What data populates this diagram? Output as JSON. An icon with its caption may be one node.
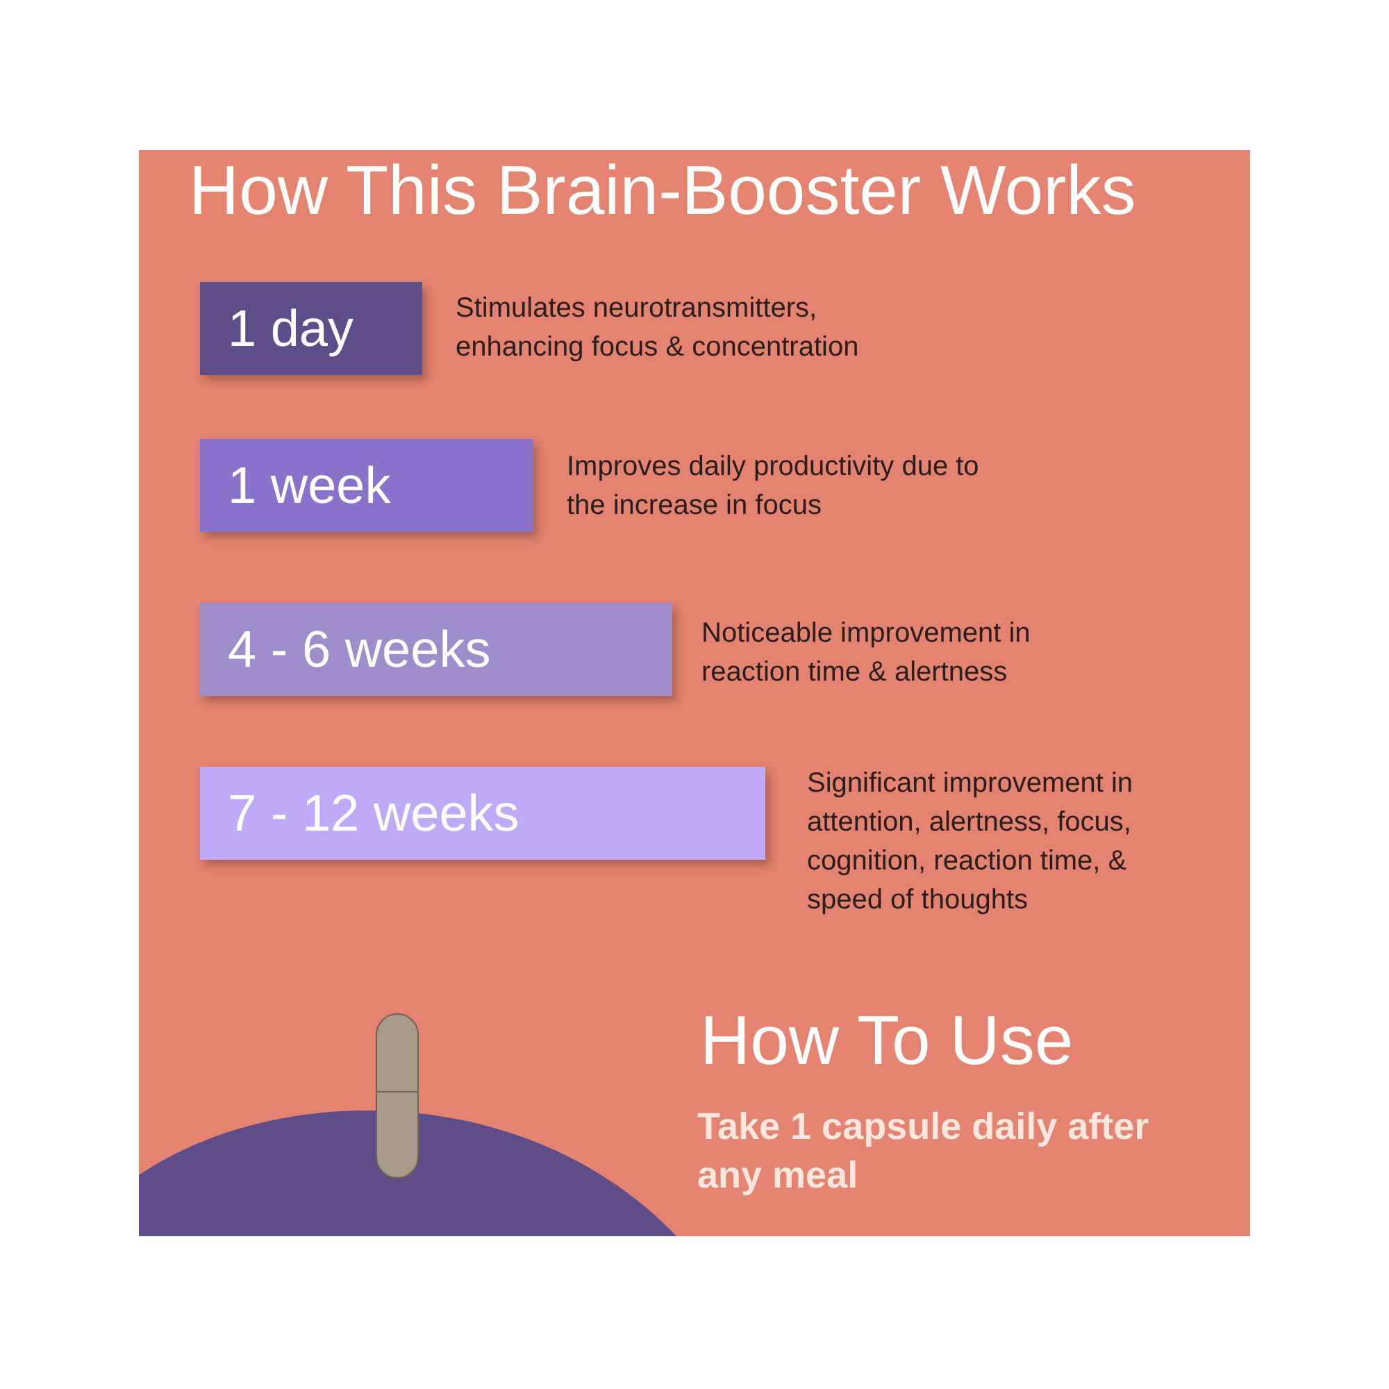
{
  "diagram": {
    "title": "How This Brain-Booster Works",
    "nodes": [
      {
        "text": [
          "1 day"
        ],
        "beside": [
          "Stimulates neurotransmitters, enhancing focus & concentration"
        ]
      },
      {
        "text": [
          "1 week"
        ],
        "beside": [
          "Improves daily productivity due to the increase in focus"
        ]
      },
      {
        "text": [
          "4 - 6 weeks"
        ],
        "beside": [
          "Noticeable improvement in reaction time & alertness"
        ]
      },
      {
        "text": [
          "7 - 12 weeks"
        ],
        "beside": [
          "Significant improvement in attention, alertness, focus, cognition, reaction time, & speed of thoughts"
        ]
      }
    ],
    "labels": [
      "How To Use",
      "Take 1 capsule daily after any meal"
    ]
  }
}
